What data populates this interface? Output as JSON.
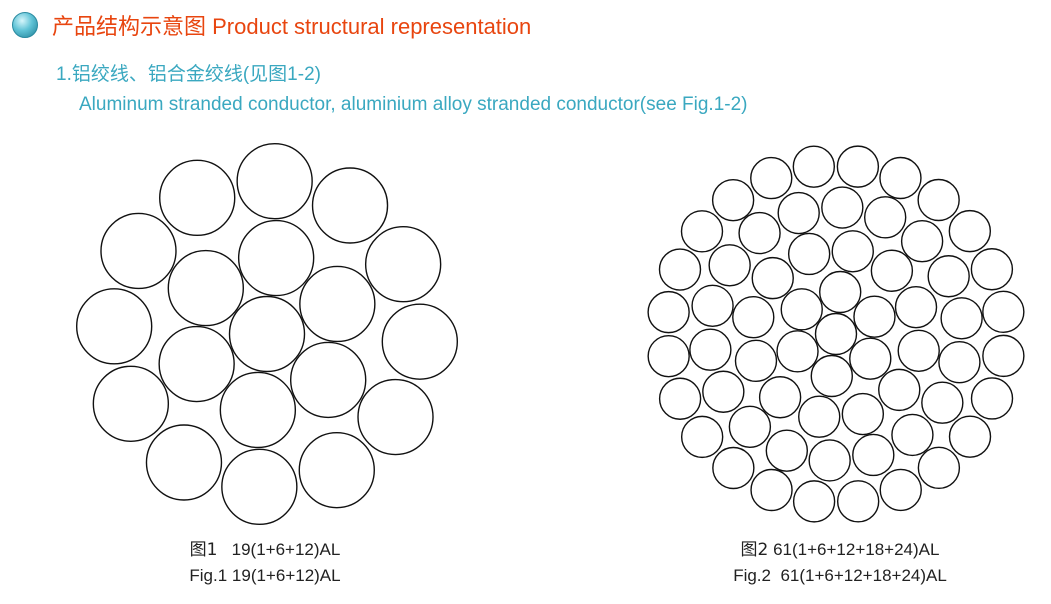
{
  "heading": {
    "icon": "sphere-bullet-icon",
    "text": "产品结构示意图 Product structural representation",
    "color": "#e8450f"
  },
  "section": {
    "title_cn": "1.铝绞线、铝合金绞线(见图1-2)",
    "title_en": "Aluminum stranded conductor, aluminium alloy stranded conductor(see Fig.1-2)",
    "color": "#3aa8c0"
  },
  "figures": [
    {
      "label_cn": "图1",
      "formula_cn": "19(1+6+12)AL",
      "label_en": "Fig.1",
      "formula_en": "19(1+6+12)AL",
      "layers": [
        1,
        6,
        12
      ],
      "total_wires": 19
    },
    {
      "label_cn": "图2",
      "formula_cn": "61(1+6+12+18+24)AL",
      "label_en": "Fig.2",
      "formula_en": "61(1+6+12+18+24)AL",
      "layers": [
        1,
        6,
        12,
        18,
        24
      ],
      "total_wires": 61
    }
  ]
}
